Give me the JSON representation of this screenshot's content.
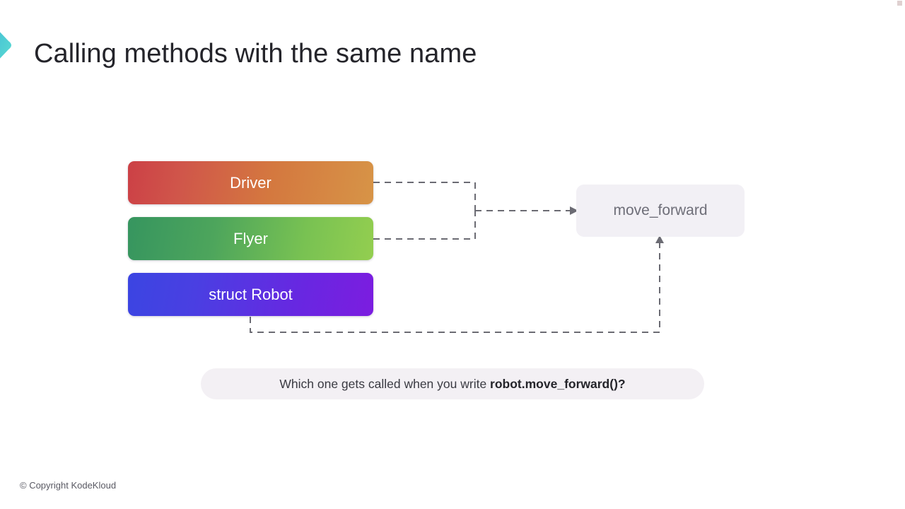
{
  "slide": {
    "title": "Calling methods with the same name",
    "logo_icon": "chevron-right-icon",
    "background_color": "#ffffff",
    "title_color": "#24242a"
  },
  "diagram": {
    "type_boxes": [
      {
        "label": "Driver",
        "gradient_from": "#cc4046",
        "gradient_to": "#d79447",
        "text_color": "#ffffff"
      },
      {
        "label": "Flyer",
        "gradient_from": "#36955f",
        "gradient_to": "#93ce50",
        "text_color": "#ffffff"
      },
      {
        "label": "struct Robot",
        "gradient_from": "#3b45e2",
        "gradient_to": "#7c1de0",
        "text_color": "#ffffff"
      }
    ],
    "method_box": {
      "label": "move_forward",
      "background_color": "#f2f0f5",
      "text_color": "#6e6e78"
    },
    "connector_color": "#6b6b73",
    "connector_style": "dashed"
  },
  "question": {
    "prefix": "Which one gets called when you write ",
    "code": "robot.move_forward()?",
    "background_color": "#f3f0f4"
  },
  "footer": {
    "copyright": "© Copyright KodeKloud"
  }
}
